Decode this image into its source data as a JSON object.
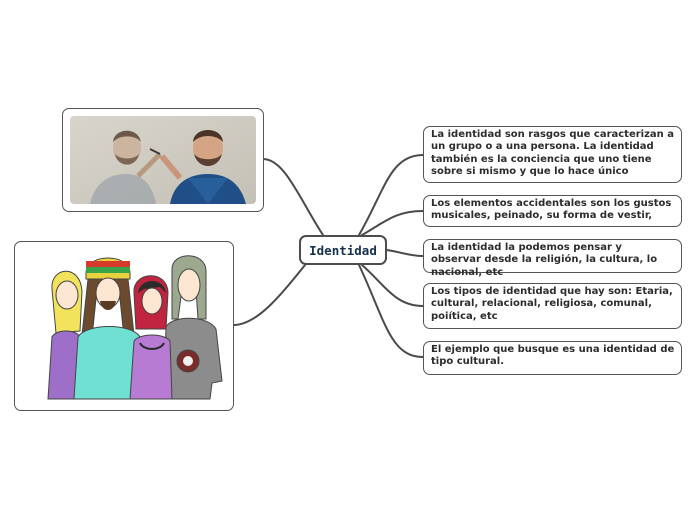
{
  "map": {
    "central": "Identidad",
    "topics": [
      "La identidad son rasgos que caracterizan a un grupo o a una persona. La identidad también es la conciencia que uno tiene sobre si mismo y que lo hace único",
      "Los elementos accidentales son los gustos musicales, peinado, su forma de vestir,",
      "La identidad la podemos pensar y observar desde la religión, la cultura, lo nacional, etc",
      "Los tipos de identidad que hay son: Etaria, cultural, relacional, religiosa, comunal, poiítica, etc",
      "El ejemplo que busque es una identidad de tipo cultural."
    ]
  },
  "colors": {
    "line": "#4a4a4a",
    "border": "#555555",
    "central_text": "#17304f",
    "text": "#2c2c2c"
  },
  "images": [
    {
      "icon": "man-painting-reflection-image"
    },
    {
      "icon": "group-of-teens-cartoon-image"
    }
  ]
}
